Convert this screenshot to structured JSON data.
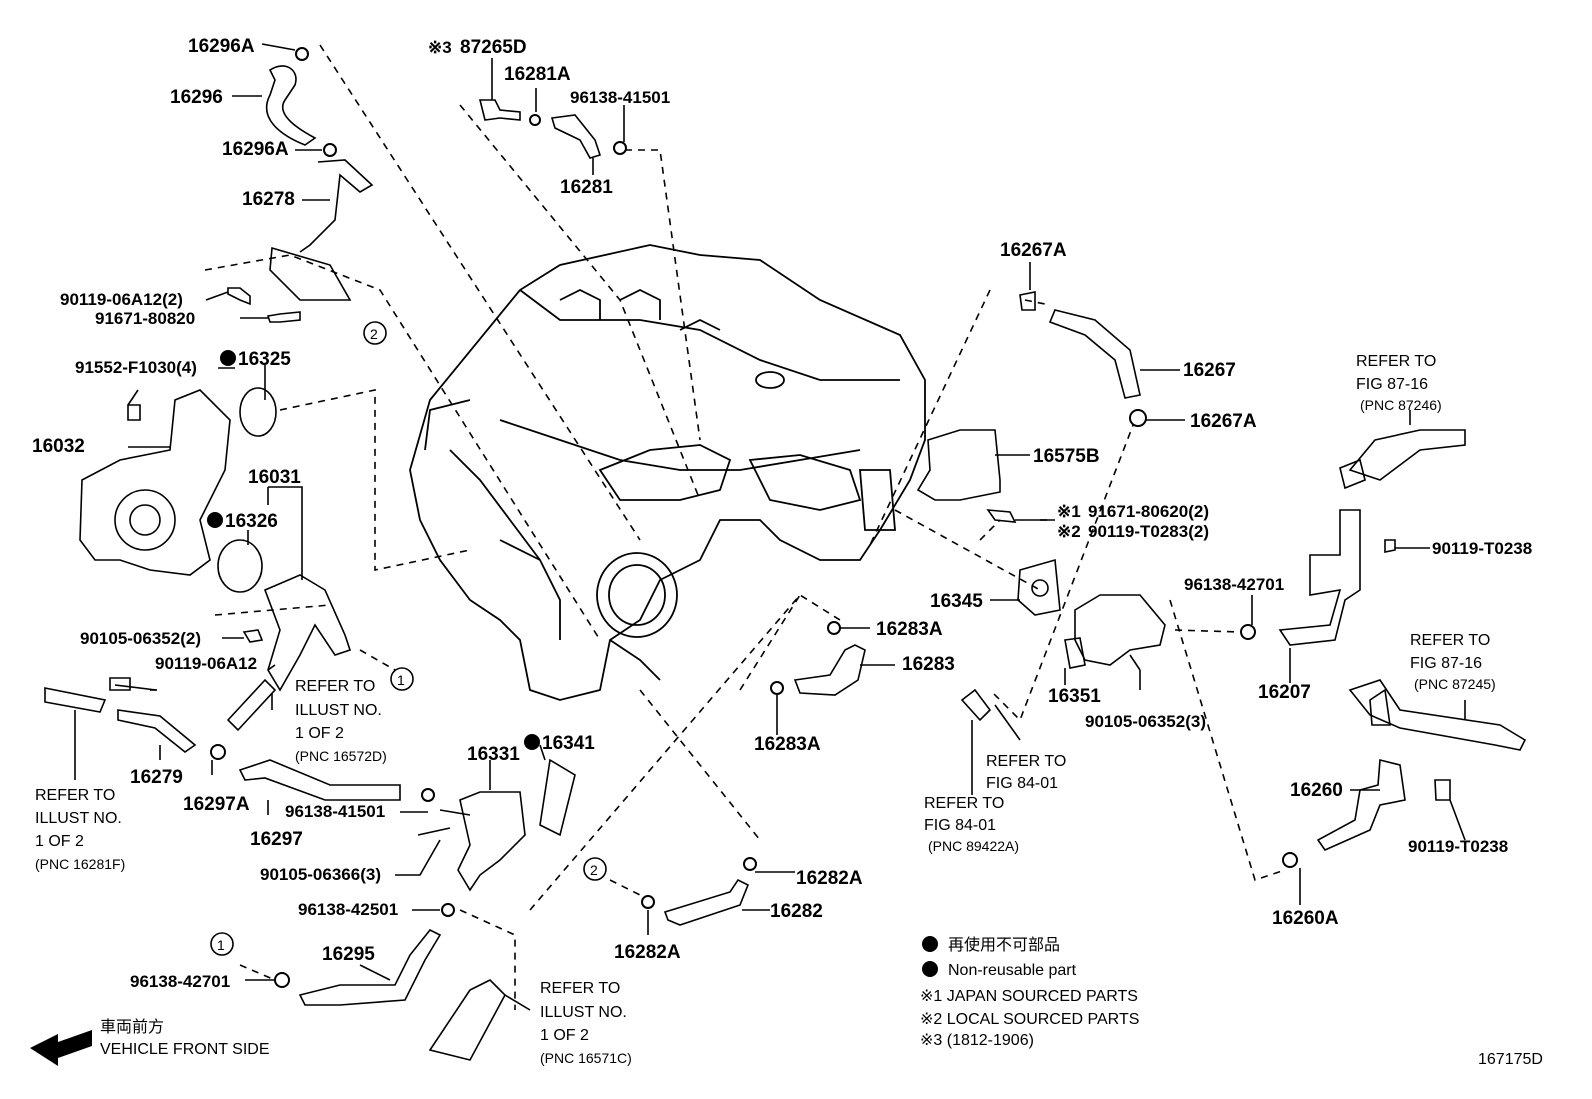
{
  "labels": {
    "p16296A_top": "16296A",
    "p16296": "16296",
    "p16296A_mid": "16296A",
    "p16278": "16278",
    "p90119_06A12_2": "90119-06A12(2)",
    "p91671_80820": "91671-80820",
    "p91552": "91552-F1030(4)",
    "p16325": "16325",
    "p16032": "16032",
    "p16031": "16031",
    "p16326": "16326",
    "p90105_06352_2": "90105-06352(2)",
    "p90119_06A12": "90119-06A12",
    "p16279": "16279",
    "p16297A": "16297A",
    "p16297": "16297",
    "p96138_41501_a": "96138-41501",
    "p90105_06366": "90105-06366(3)",
    "p96138_42501": "96138-42501",
    "p16295": "16295",
    "p96138_42701_a": "96138-42701",
    "p16331": "16331",
    "p16341": "16341",
    "p87265D": "87265D",
    "p16281A": "16281A",
    "p96138_41501_b": "96138-41501",
    "p16281": "16281",
    "p16267A_top": "16267A",
    "p16267": "16267",
    "p16267A_mid": "16267A",
    "p16575B": "16575B",
    "p91671_80620": "91671-80620(2)",
    "p90119_T0283": "90119-T0283(2)",
    "p16345": "16345",
    "p16283A_top": "16283A",
    "p16283": "16283",
    "p16283A_bot": "16283A",
    "p16351": "16351",
    "p90105_06352_3": "90105-06352(3)",
    "p96138_42701_b": "96138-42701",
    "p16207": "16207",
    "p90119_T0238_a": "90119-T0238",
    "p16260": "16260",
    "p90119_T0238_b": "90119-T0238",
    "p16260A": "16260A",
    "p16282A_top": "16282A",
    "p16282": "16282",
    "p16282A_bot": "16282A"
  },
  "marks": {
    "k3": "※3",
    "k1": "※1",
    "k2": "※2"
  },
  "refs": {
    "ref_16572D": [
      "REFER TO",
      "ILLUST NO.",
      "1 OF 2",
      "(PNC 16572D)"
    ],
    "ref_16281F": [
      "REFER TO",
      "ILLUST NO.",
      "1 OF 2",
      "(PNC 16281F)"
    ],
    "ref_16571C": [
      "REFER TO",
      "ILLUST NO.",
      "1 OF 2",
      "(PNC 16571C)"
    ],
    "ref_87246": [
      "REFER TO",
      "FIG 87-16",
      "(PNC 87246)"
    ],
    "ref_87245": [
      "REFER TO",
      "FIG 87-16",
      "(PNC 87245)"
    ],
    "ref_84_01_a": [
      "REFER TO",
      "FIG 84-01"
    ],
    "ref_84_01_b": [
      "REFER TO",
      "FIG 84-01",
      "(PNC 89422A)"
    ]
  },
  "circles": {
    "c1_a": "1",
    "c1_b": "1",
    "c2_a": "2",
    "c2_b": "2"
  },
  "legend": {
    "jp_nonreusable": "再使用不可部品",
    "nonreusable": "Non-reusable part",
    "japan": "※1 JAPAN SOURCED PARTS",
    "local": "※2 LOCAL SOURCED PARTS",
    "date": "※3 (1812-1906)"
  },
  "front": {
    "jp": "車両前方",
    "en": "VEHICLE FRONT SIDE"
  },
  "diagram_id": "167175D"
}
